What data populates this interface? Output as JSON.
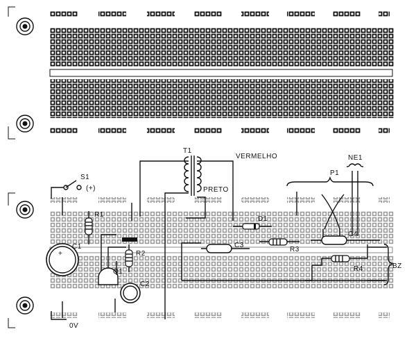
{
  "labels": {
    "t1": "T1",
    "vermelho": "VERMELHO",
    "preto": "PRETO",
    "s1": "S1",
    "plus": "(+)",
    "p1": "P1",
    "ne1": "NE1",
    "r1": "R1",
    "c1": "C1",
    "plus_c1": "+",
    "r2": "R2",
    "q1": "Q1",
    "c2": "C2",
    "d1": "D1",
    "c3": "C3",
    "r3": "R3",
    "c4": "C4",
    "r4": "R4",
    "bz": "BZ",
    "ov": "0V"
  }
}
